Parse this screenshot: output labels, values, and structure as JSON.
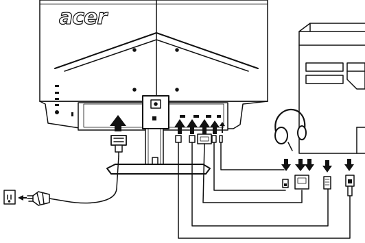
{
  "brand": {
    "logo_text": "acer"
  },
  "colors": {
    "line": "#111111",
    "fill_dark": "#111111",
    "fill_light": "#ffffff",
    "fill_gray": "#cfcfcf"
  },
  "icons": {
    "power_outlet": "power-outlet-icon",
    "power_plug": "power-plug-icon",
    "headphones": "headphones-icon",
    "vga": "vga-connector-icon",
    "usb": "usb-connector-icon",
    "hdmi": "hdmi-connector-icon",
    "audio": "audio-jack-icon",
    "arrow": "arrow-icon"
  },
  "connections": [
    "power",
    "hdmi",
    "usb",
    "vga",
    "audio",
    "headphones"
  ]
}
